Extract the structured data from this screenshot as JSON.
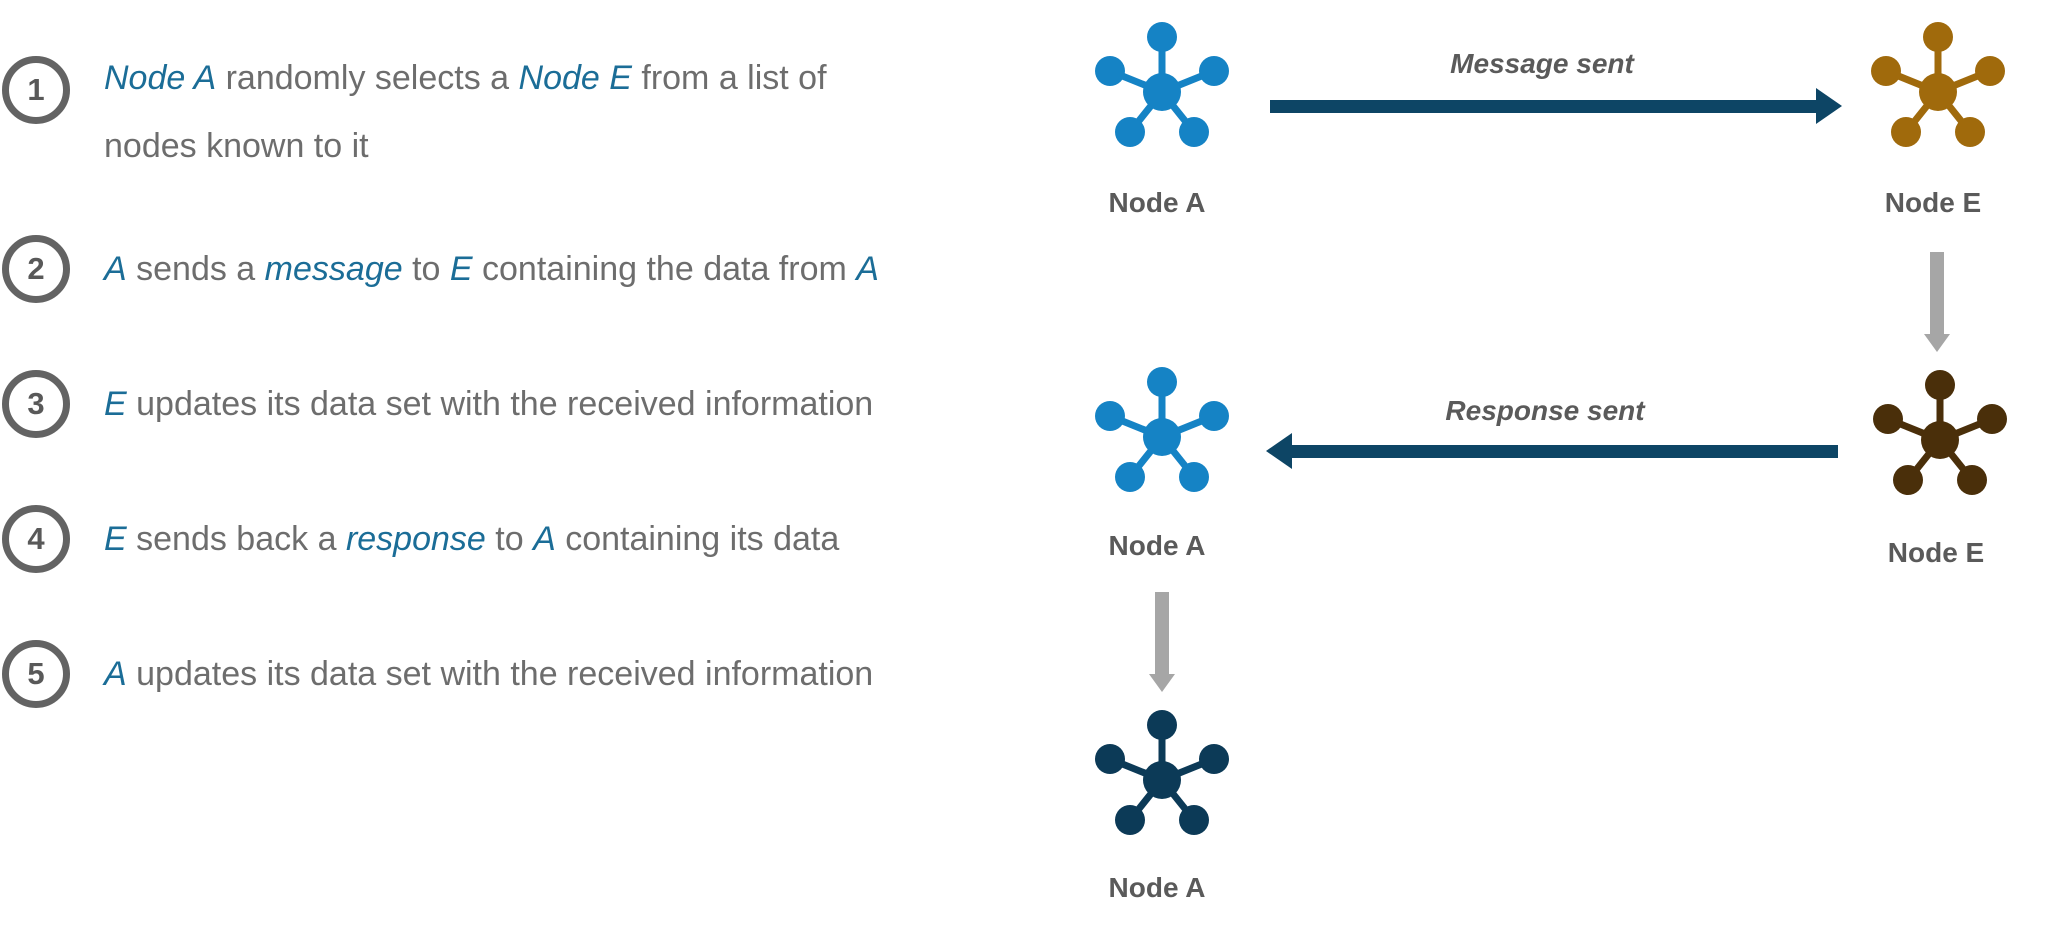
{
  "steps": [
    {
      "number": "1",
      "line1": [
        {
          "text": "Node A",
          "em": true
        },
        {
          "text": " randomly selects a ",
          "em": false
        },
        {
          "text": "Node E",
          "em": true
        },
        {
          "text": " from a list of",
          "em": false
        }
      ],
      "line2": [
        {
          "text": "nodes known to it",
          "em": false
        }
      ]
    },
    {
      "number": "2",
      "line1": [
        {
          "text": "A",
          "em": true
        },
        {
          "text": " sends a ",
          "em": false
        },
        {
          "text": "message",
          "em": true
        },
        {
          "text": " to ",
          "em": false
        },
        {
          "text": "E",
          "em": true
        },
        {
          "text": " containing the data from ",
          "em": false
        },
        {
          "text": "A",
          "em": true
        }
      ]
    },
    {
      "number": "3",
      "line1": [
        {
          "text": "E",
          "em": true
        },
        {
          "text": " updates its data set with the received information",
          "em": false
        }
      ]
    },
    {
      "number": "4",
      "line1": [
        {
          "text": "E",
          "em": true
        },
        {
          "text": " sends back a ",
          "em": false
        },
        {
          "text": "response",
          "em": true
        },
        {
          "text": " to ",
          "em": false
        },
        {
          "text": "A",
          "em": true
        },
        {
          "text": " containing its data",
          "em": false
        }
      ]
    },
    {
      "number": "5",
      "line1": [
        {
          "text": "A",
          "em": true
        },
        {
          "text": " updates its data set with the received information",
          "em": false
        }
      ]
    }
  ],
  "nodes": {
    "a1": {
      "label": "Node A",
      "color": "#1583c5"
    },
    "e1": {
      "label": "Node E",
      "color": "#a06a0c"
    },
    "a2": {
      "label": "Node A",
      "color": "#1583c5"
    },
    "e2": {
      "label": "Node E",
      "color": "#4a2f0a"
    },
    "a3": {
      "label": "Node A",
      "color": "#0c3a57"
    }
  },
  "arrows": {
    "message_label": "Message sent",
    "response_label": "Response sent",
    "main_color": "#0d4565",
    "state_color": "#a6a6a6"
  }
}
